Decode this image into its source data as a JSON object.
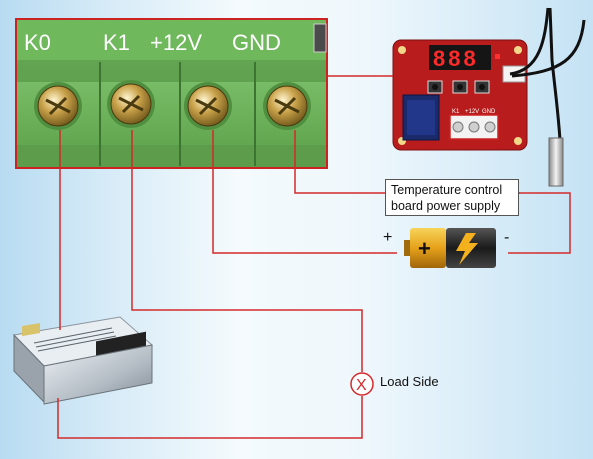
{
  "terminal_labels": [
    "K0",
    "K1",
    "+12V",
    "GND"
  ],
  "module": {
    "display_text": "888",
    "terminal_block_labels": [
      "K1",
      "+12V",
      "GND"
    ]
  },
  "wiring": {
    "power_label_line1": "Temperature control",
    "power_label_line2": "board power supply",
    "battery_plus": "+",
    "battery_minus": "-",
    "load_symbol": "X",
    "load_label": "Load Side",
    "wire_color": "#d42a2a"
  }
}
